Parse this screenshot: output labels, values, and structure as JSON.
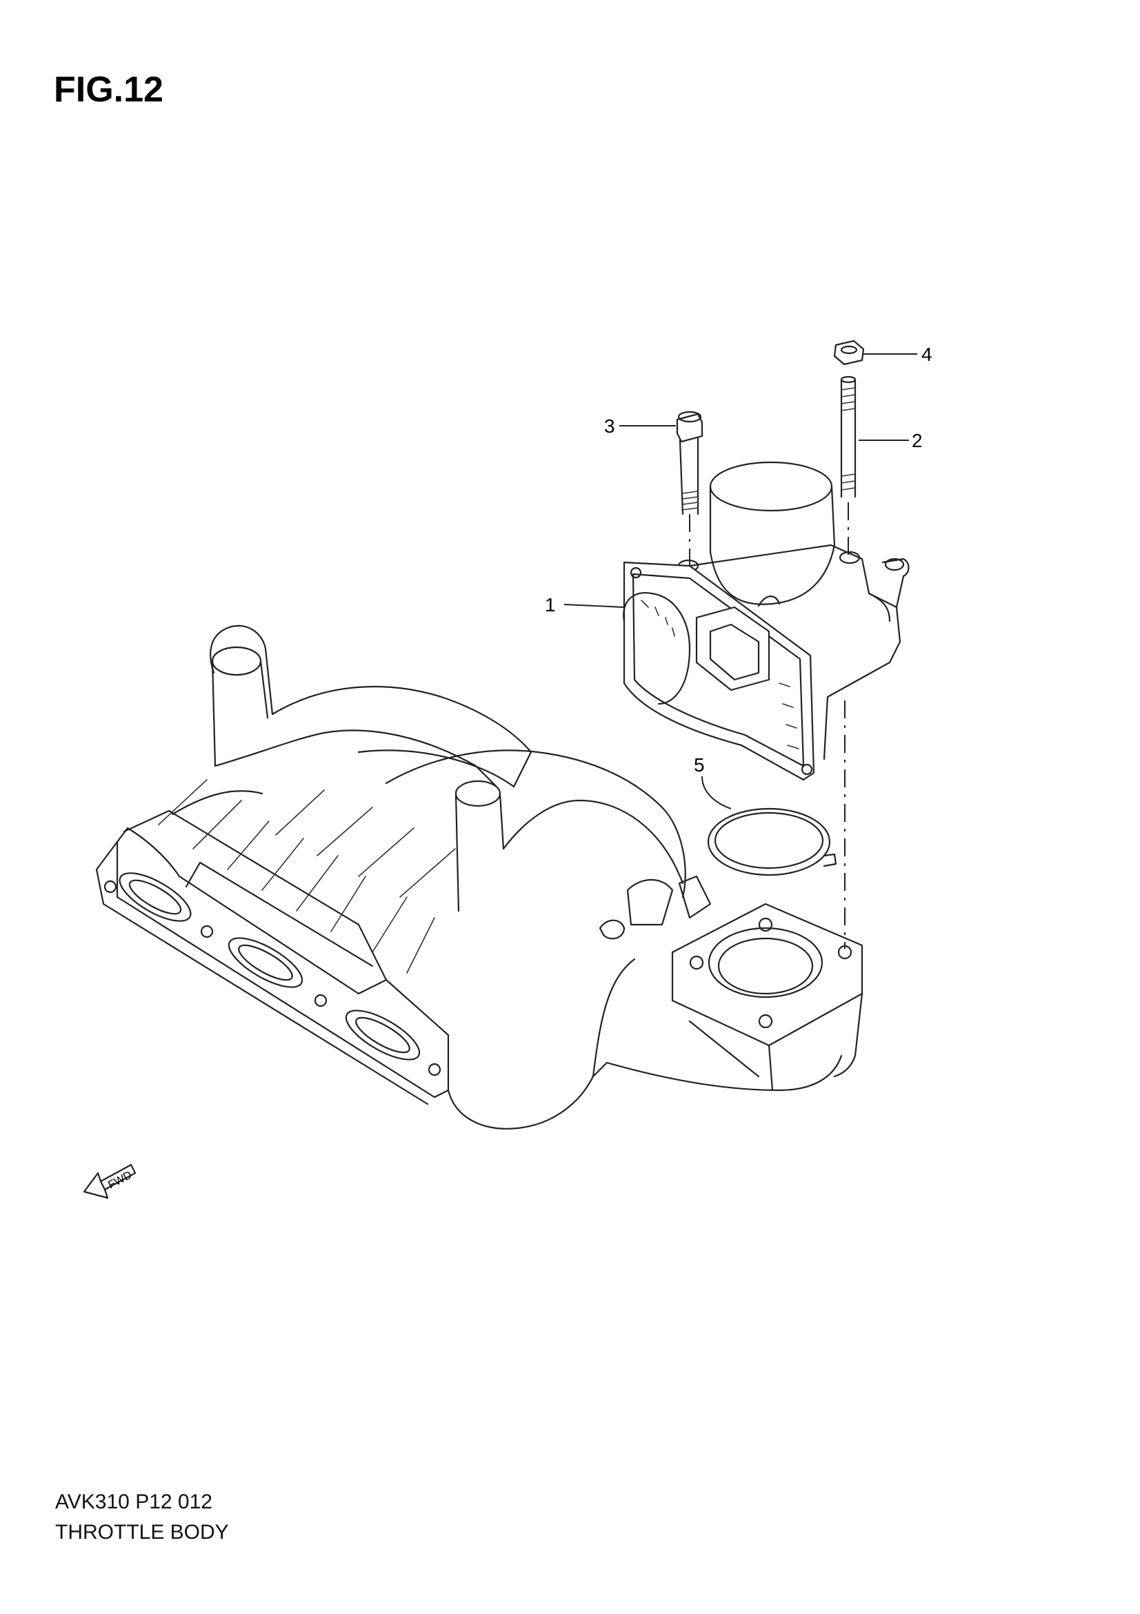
{
  "figure": {
    "title": "FIG.12"
  },
  "callouts": [
    {
      "id": "1",
      "label": "1"
    },
    {
      "id": "2",
      "label": "2"
    },
    {
      "id": "3",
      "label": "3"
    },
    {
      "id": "4",
      "label": "4"
    },
    {
      "id": "5",
      "label": "5"
    }
  ],
  "direction_marker": {
    "label": "FWD",
    "icon": "fwd-arrow-icon"
  },
  "footer": {
    "code": "AVK310 P12 012",
    "name": "THROTTLE BODY"
  }
}
